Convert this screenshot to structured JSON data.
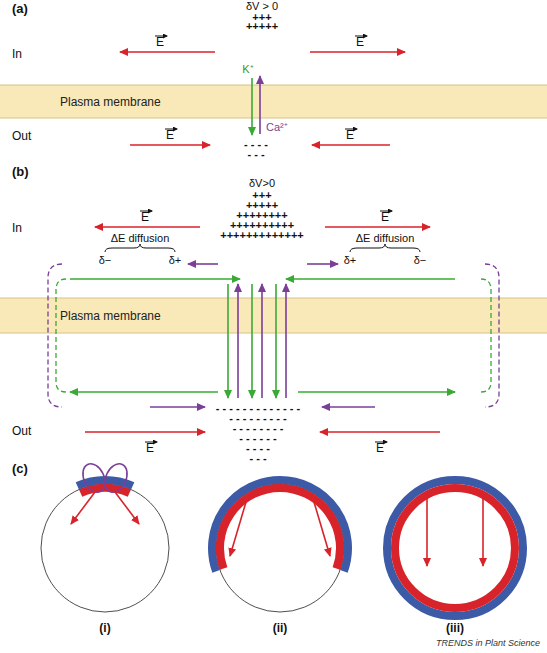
{
  "diagram": {
    "nodes": [
      {
        "text": [
          "Plasma membrane"
        ]
      },
      {
        "text": [
          "Plasma membrane"
        ]
      }
    ],
    "labels": [
      "(a)",
      "δV > 0",
      "+++",
      "+++++",
      "E",
      "E",
      "In",
      "K⁺",
      "Ca²⁺",
      "Out",
      "- - - -",
      "- - -",
      "E",
      "E",
      "(b)",
      "δV>0",
      "+++",
      "+++++",
      "++++++++",
      "++++++++++",
      "+++++++++++++",
      "In",
      "E",
      "E",
      "ΔE diffusion",
      "ΔE diffusion",
      "δ−",
      "δ+",
      "δ+",
      "δ−",
      "- - - - - - - - - - - - -",
      "- - - - - - - - -",
      "- - - - - - - -",
      "- - - - - -",
      "- - - -",
      "- - -",
      "Out",
      "E",
      "E",
      "(c)",
      "(i)",
      "(ii)",
      "(iii)",
      "TRENDS in Plant Science"
    ]
  }
}
